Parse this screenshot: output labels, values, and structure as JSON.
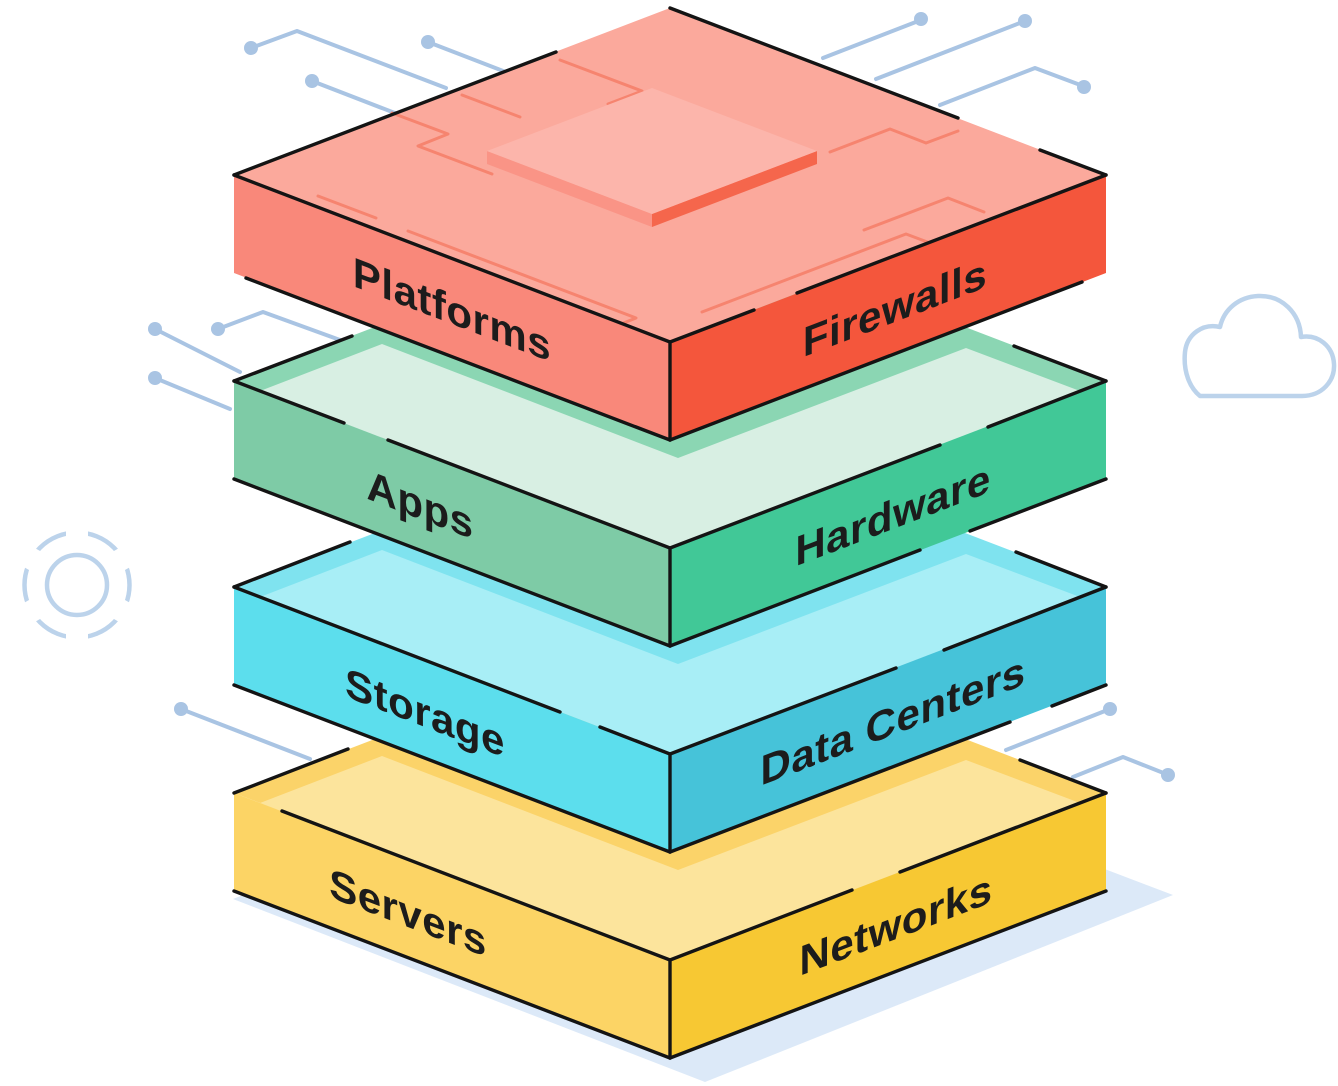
{
  "stack": {
    "layers": [
      {
        "left_label": "Platforms",
        "right_label": "Firewalls",
        "top_color": "#FBA99C",
        "left_color": "#F9887A",
        "right_color": "#F4563C",
        "trace_color": "#F6846F",
        "chip_top_color": "#FCB5AB",
        "chip_left_color": "#FA9486",
        "chip_right_color": "#F5664C"
      },
      {
        "left_label": "Apps",
        "right_label": "Hardware",
        "top_color": "#8BD6B3",
        "inner_color": "#D8EFE3",
        "left_color": "#7ECBA6",
        "right_color": "#41C897"
      },
      {
        "left_label": "Storage",
        "right_label": "Data Centers",
        "top_color": "#7FE3EF",
        "inner_color": "#A8EEF6",
        "left_color": "#5CDEED",
        "right_color": "#46C3D9"
      },
      {
        "left_label": "Servers",
        "right_label": "Networks",
        "top_color": "#FBD369",
        "inner_color": "#FCE49C",
        "left_color": "#FCD465",
        "right_color": "#F7C833"
      }
    ]
  },
  "decor": {
    "circuit_line_color": "#A9C4E3",
    "gear_color": "#BCD3EB",
    "cloud_color": "#BCD3EB",
    "shadow_color": "#DCE9F8",
    "outline_color": "#141414"
  }
}
